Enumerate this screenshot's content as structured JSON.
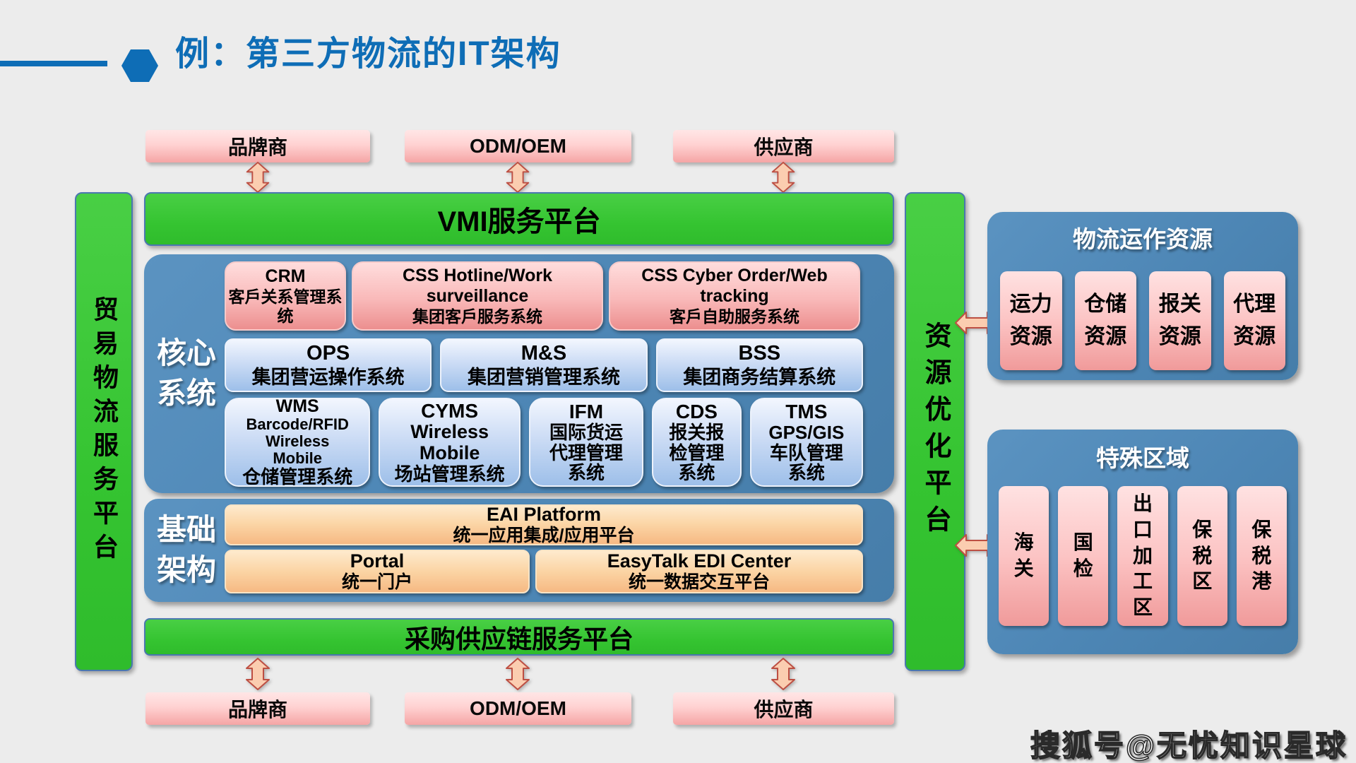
{
  "header": {
    "title": "例：第三方物流的IT架构"
  },
  "partners": {
    "top": [
      "品牌商",
      "ODM/OEM",
      "供应商"
    ],
    "bottom": [
      "品牌商",
      "ODM/OEM",
      "供应商"
    ]
  },
  "platforms": {
    "left_bar": "贸易物流服务平台",
    "vmi_bar": "VMI服务平台",
    "procurement_bar": "采购供应链服务平台",
    "right_bar": "资源优化平台"
  },
  "core": {
    "label": "核心系统",
    "row1": [
      {
        "title": "CRM",
        "subtitle": "客戶关系管理系统"
      },
      {
        "title": "CSS Hotline/Work surveillance",
        "subtitle": "集团客戶服务系统"
      },
      {
        "title": "CSS Cyber Order/Web tracking",
        "subtitle": "客戶自助服务系统"
      }
    ],
    "row2": [
      {
        "title": "OPS",
        "subtitle": "集团营运操作系统"
      },
      {
        "title": "M&S",
        "subtitle": "集团营销管理系统"
      },
      {
        "title": "BSS",
        "subtitle": "集团商务结算系统"
      }
    ],
    "row3": [
      {
        "title": "WMS",
        "tech": "Barcode/RFID\nWireless\nMobile",
        "subtitle": "仓储管理系统"
      },
      {
        "title": "CYMS",
        "tech": "Wireless\nMobile",
        "subtitle": "场站管理系统"
      },
      {
        "title": "IFM",
        "tech": "",
        "subtitle": "国际货运代理管理系统"
      },
      {
        "title": "CDS",
        "tech": "",
        "subtitle": "报关报检管理系统"
      },
      {
        "title": "TMS",
        "tech": "GPS/GIS",
        "subtitle": "车队管理系统"
      }
    ]
  },
  "infrastructure": {
    "label": "基础架构",
    "eai": {
      "title": "EAI Platform",
      "subtitle": "统一应用集成/应用平台"
    },
    "portal": {
      "title": "Portal",
      "subtitle": "统一门户"
    },
    "edi": {
      "title": "EasyTalk EDI Center",
      "subtitle": "统一数据交互平台"
    }
  },
  "logistics_resources": {
    "title": "物流运作资源",
    "items": [
      "运力资源",
      "仓储资源",
      "报关资源",
      "代理资源"
    ]
  },
  "special_zones": {
    "title": "特殊区域",
    "items": [
      "海关",
      "国检",
      "出口加工区",
      "保税区",
      "保税港"
    ]
  },
  "watermark": "搜狐号@无忧知识星球",
  "colors": {
    "background": "#ececec",
    "title_blue": "#0e6db6",
    "platform_green": "#35c431",
    "panel_blue": "#4d86b5",
    "pink_box_top": "#ffdddd",
    "pink_box_bottom": "#ec8f8f",
    "light_blue_box": "#9dbfe9",
    "orange_box": "#f6b983",
    "arrow_fill": "#fbcdb0",
    "arrow_outline": "#bd4f43"
  }
}
